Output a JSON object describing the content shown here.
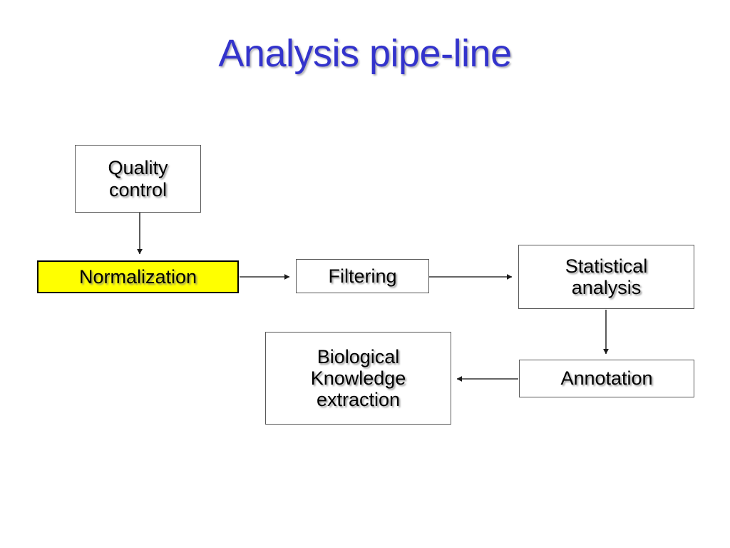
{
  "slide": {
    "title": "Analysis pipe-line",
    "background_color": "#ffffff",
    "title_color": "#3333cc"
  },
  "diagram": {
    "type": "flowchart",
    "highlight_color": "#ffff00",
    "box_border_color": "#595959",
    "connector_color": "#333333",
    "nodes": [
      {
        "id": "quality-control",
        "label": "Quality\ncontrol",
        "fill": "#ffffff",
        "highlighted": false
      },
      {
        "id": "normalization",
        "label": "Normalization",
        "fill": "#ffff00",
        "highlighted": true
      },
      {
        "id": "filtering",
        "label": "Filtering",
        "fill": "#ffffff",
        "highlighted": false
      },
      {
        "id": "statistical-analysis",
        "label": "Statistical\nanalysis",
        "fill": "#ffffff",
        "highlighted": false
      },
      {
        "id": "annotation",
        "label": "Annotation",
        "fill": "#ffffff",
        "highlighted": false
      },
      {
        "id": "biological-knowledge-extraction",
        "label": "Biological\nKnowledge\nextraction",
        "fill": "#ffffff",
        "highlighted": false
      }
    ],
    "edges": [
      {
        "from": "quality-control",
        "to": "normalization",
        "direction": "down"
      },
      {
        "from": "normalization",
        "to": "filtering",
        "direction": "right"
      },
      {
        "from": "filtering",
        "to": "statistical-analysis",
        "direction": "right"
      },
      {
        "from": "statistical-analysis",
        "to": "annotation",
        "direction": "down"
      },
      {
        "from": "annotation",
        "to": "biological-knowledge-extraction",
        "direction": "left"
      }
    ]
  }
}
